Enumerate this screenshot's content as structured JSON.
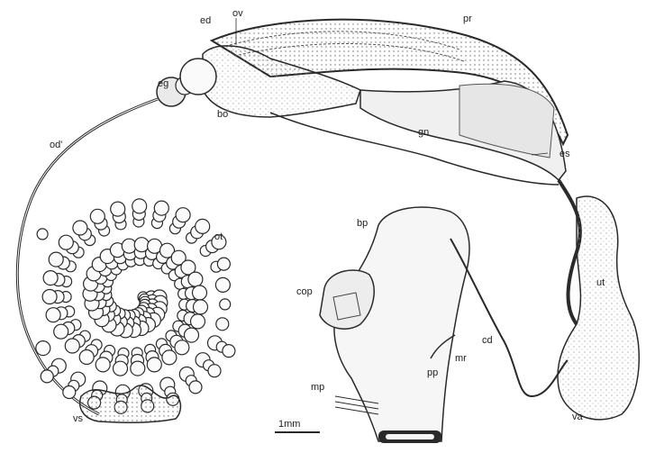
{
  "figure": {
    "labels": {
      "ed": "ed",
      "ov": "ov",
      "pr": "pr",
      "eg": "eg",
      "bo": "bo",
      "gn": "gn",
      "es": "es",
      "od": "od'",
      "ot": "ot",
      "bp": "bp",
      "cop": "cop",
      "ut": "ut",
      "cd": "cd",
      "mr": "mr",
      "pp": "pp",
      "mp": "mp",
      "vs": "vs",
      "va": "va"
    },
    "scale_bar": "1mm",
    "colors": {
      "ink": "#2a2a2a",
      "stipple": "#9a9a9a",
      "paper": "#ffffff"
    }
  }
}
